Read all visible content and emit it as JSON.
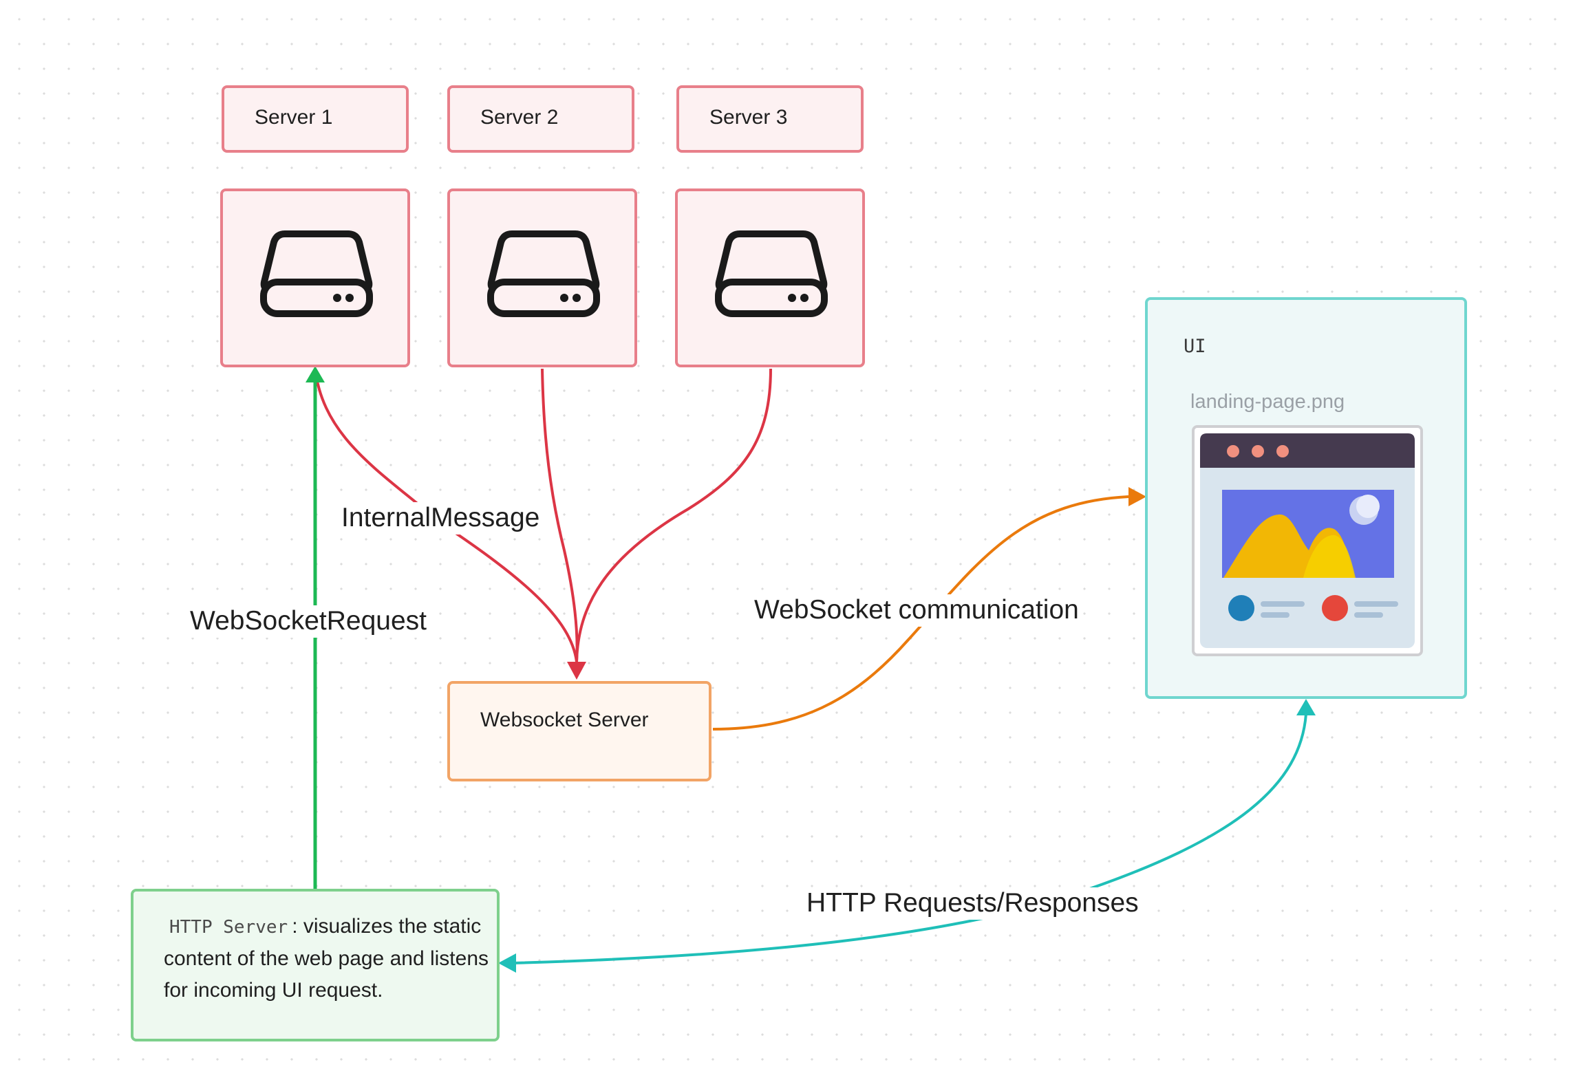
{
  "servers": [
    {
      "label": "Server 1"
    },
    {
      "label": "Server 2"
    },
    {
      "label": "Server 3"
    }
  ],
  "websocket_server": {
    "label": "Websocket Server"
  },
  "http_server": {
    "code": "HTTP Server",
    "description": ": visualizes the static content of the web page and listens for incoming UI request."
  },
  "ui_frame": {
    "title": "UI",
    "image_name": "landing-page.png"
  },
  "edges": {
    "internal_message": "InternalMessage",
    "websocket_request": "WebSocketRequest",
    "websocket_communication": "WebSocket communication",
    "http_requests": "HTTP Requests/Responses"
  },
  "colors": {
    "server_border": "#e87f8a",
    "server_fill": "#fdf1f2",
    "internal_edge": "#dc3545",
    "ws_request_edge": "#1db954",
    "ws_comm_edge": "#ea7a0c",
    "http_edge": "#1fbfb8",
    "ws_server_border": "#f2a466",
    "http_server_border": "#7ed08c",
    "ui_frame_border": "#6fd6cf"
  },
  "icons": {
    "server_icon": "hard-drive-icon",
    "ui_image": "landing-page-illustration"
  }
}
